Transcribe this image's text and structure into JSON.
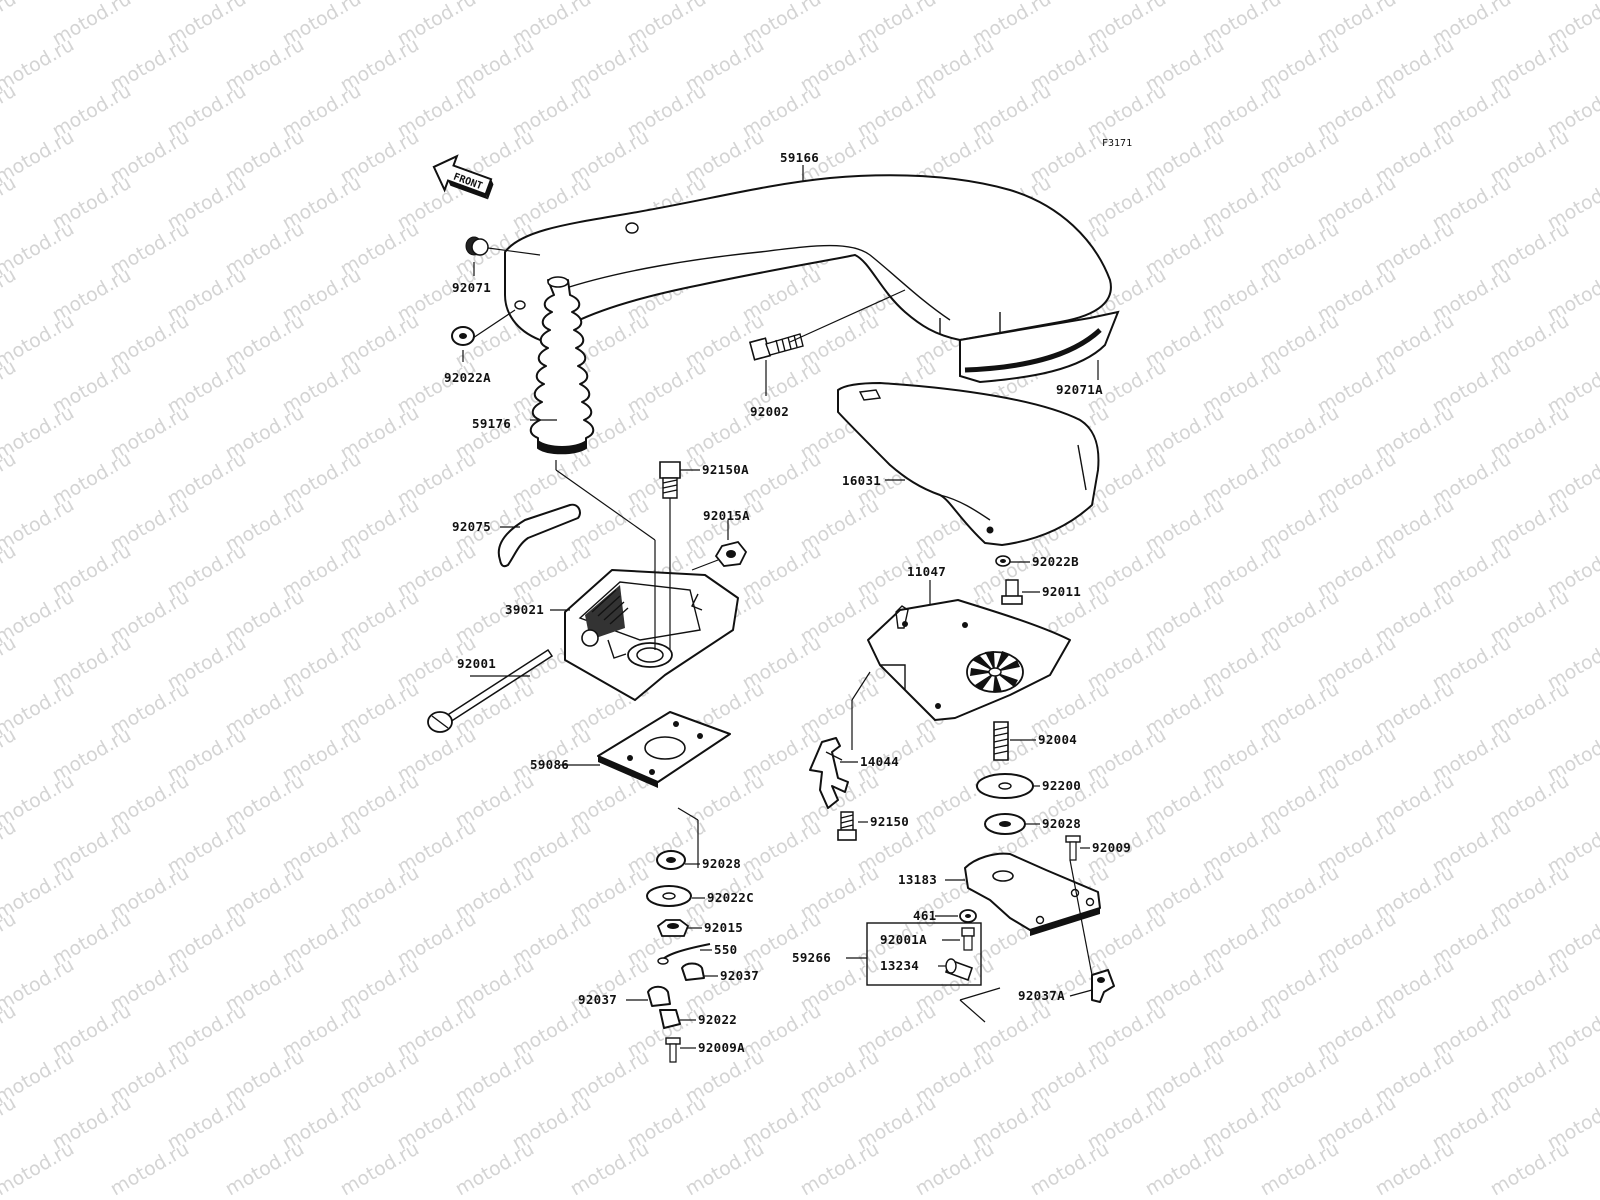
{
  "figure_code": "F3171",
  "front_label": "FRONT",
  "watermark": "motod.ru",
  "colors": {
    "line": "#111111",
    "watermark": "#d4d4d4",
    "background": "#ffffff"
  },
  "parts": {
    "p59166": "59166",
    "p92071": "92071",
    "p92022A": "92022A",
    "p92071A": "92071A",
    "p59176": "59176",
    "p92002": "92002",
    "p92150A": "92150A",
    "p16031": "16031",
    "p92015A": "92015A",
    "p92075": "92075",
    "p92022B": "92022B",
    "p92011": "92011",
    "p11047": "11047",
    "p39021": "39021",
    "p92001": "92001",
    "p92004": "92004",
    "p59086": "59086",
    "p14044": "14044",
    "p92200": "92200",
    "p92150": "92150",
    "p92028a": "92028",
    "p92028b": "92028",
    "p92009": "92009",
    "p13183": "13183",
    "p92022C": "92022C",
    "p461": "461",
    "p92015": "92015",
    "p92001A": "92001A",
    "p550": "550",
    "p59266": "59266",
    "p13234": "13234",
    "p92037a": "92037",
    "p92037b": "92037",
    "p92022": "92022",
    "p92037A": "92037A",
    "p92009A": "92009A"
  }
}
